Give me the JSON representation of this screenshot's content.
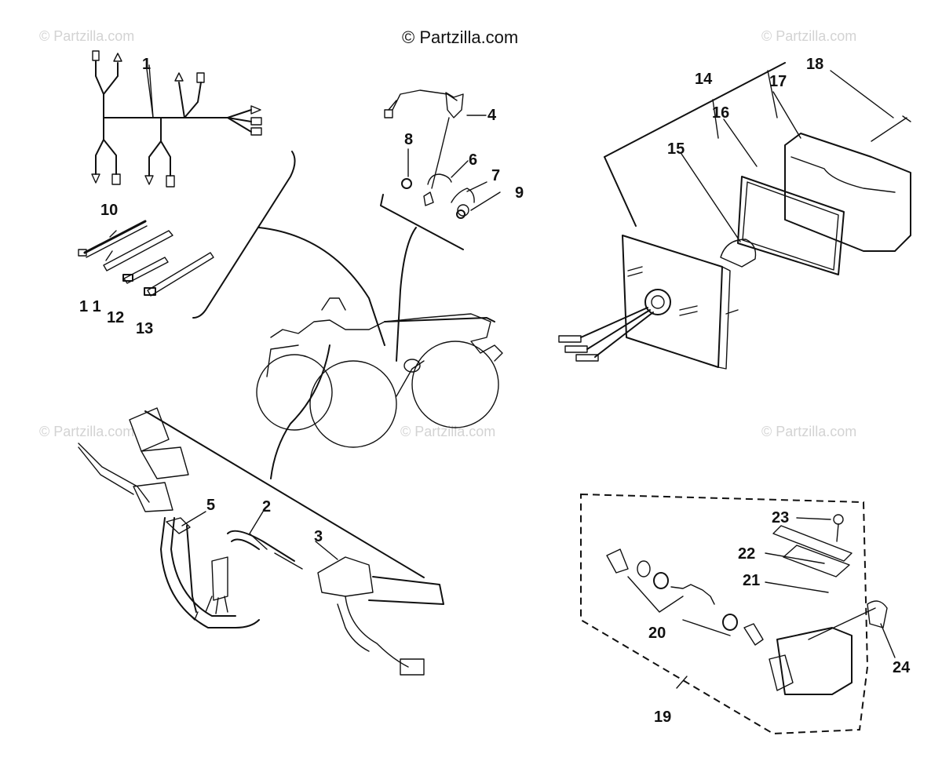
{
  "watermarks": {
    "top_left": "© Partzilla.com",
    "top_center": "© Partzilla.com",
    "top_right": "© Partzilla.com",
    "mid_left": "© Partzilla.com",
    "mid_center": "© Partzilla.com",
    "mid_right": "© Partzilla.com"
  },
  "callouts": {
    "c1": "1",
    "c2": "2",
    "c3": "3",
    "c4": "4",
    "c5": "5",
    "c6": "6",
    "c7": "7",
    "c8": "8",
    "c9": "9",
    "c10": "10",
    "c11": "1 1",
    "c12": "12",
    "c13": "13",
    "c14": "14",
    "c15": "15",
    "c16": "16",
    "c17": "17",
    "c18": "18",
    "c19": "19",
    "c20": "20",
    "c21": "21",
    "c22": "22",
    "c23": "23",
    "c24": "24"
  }
}
